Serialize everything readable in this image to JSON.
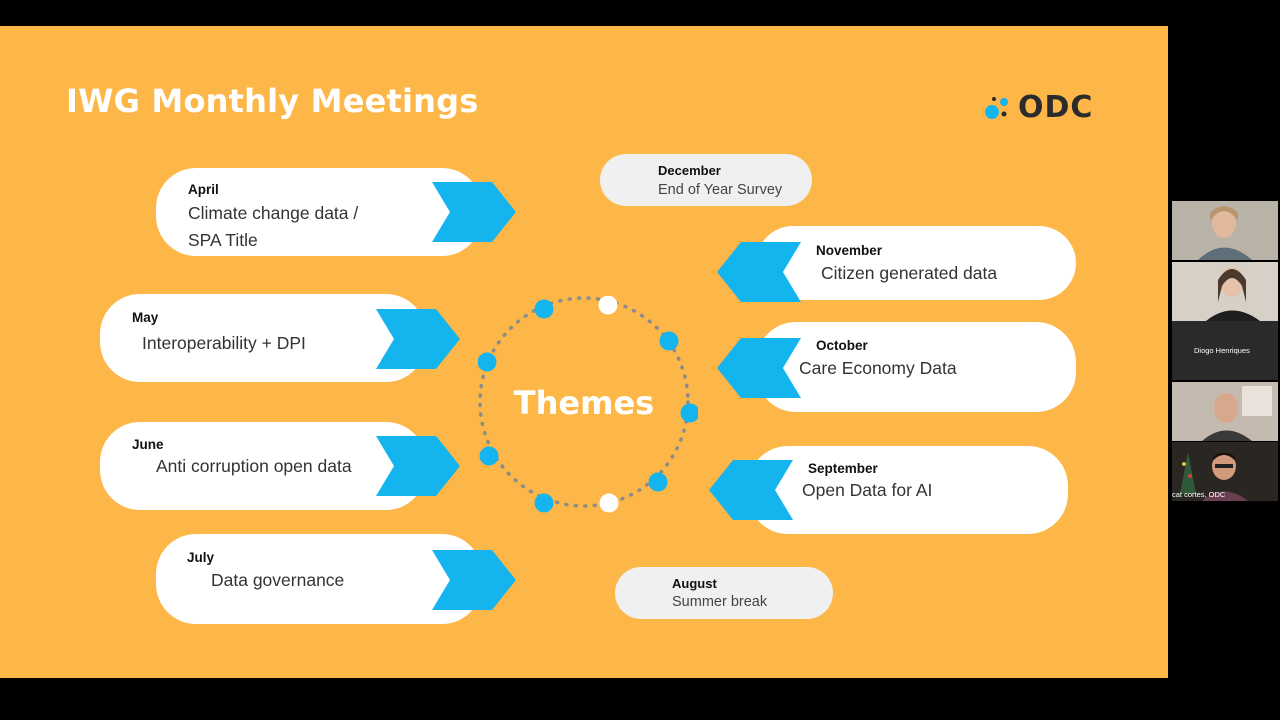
{
  "slide": {
    "title": "IWG Monthly Meetings",
    "logo_text": "ODC",
    "center_label": "Themes",
    "left_items": [
      {
        "month": "April",
        "topic_line1": "Climate change data /",
        "topic_line2": "SPA Title"
      },
      {
        "month": "May",
        "topic": "Interoperability + DPI"
      },
      {
        "month": "June",
        "topic": "Anti corruption open data"
      },
      {
        "month": "July",
        "topic": "Data governance"
      }
    ],
    "right_items": [
      {
        "month": "November",
        "topic": "Citizen generated data"
      },
      {
        "month": "October",
        "topic": "Care Economy Data"
      },
      {
        "month": "September",
        "topic": "Open Data for AI"
      }
    ],
    "pills": [
      {
        "month": "December",
        "topic": "End of Year Survey"
      },
      {
        "month": "August",
        "topic": "Summer break"
      }
    ]
  },
  "participants": [
    {
      "name": ""
    },
    {
      "name": "Diogo Henriques"
    },
    {
      "name": ""
    },
    {
      "name": "cat cortes, ODC"
    }
  ],
  "colors": {
    "slide_bg": "#fdb748",
    "accent_blue": "#14b4ee",
    "logo_text": "#2b2b2b"
  }
}
